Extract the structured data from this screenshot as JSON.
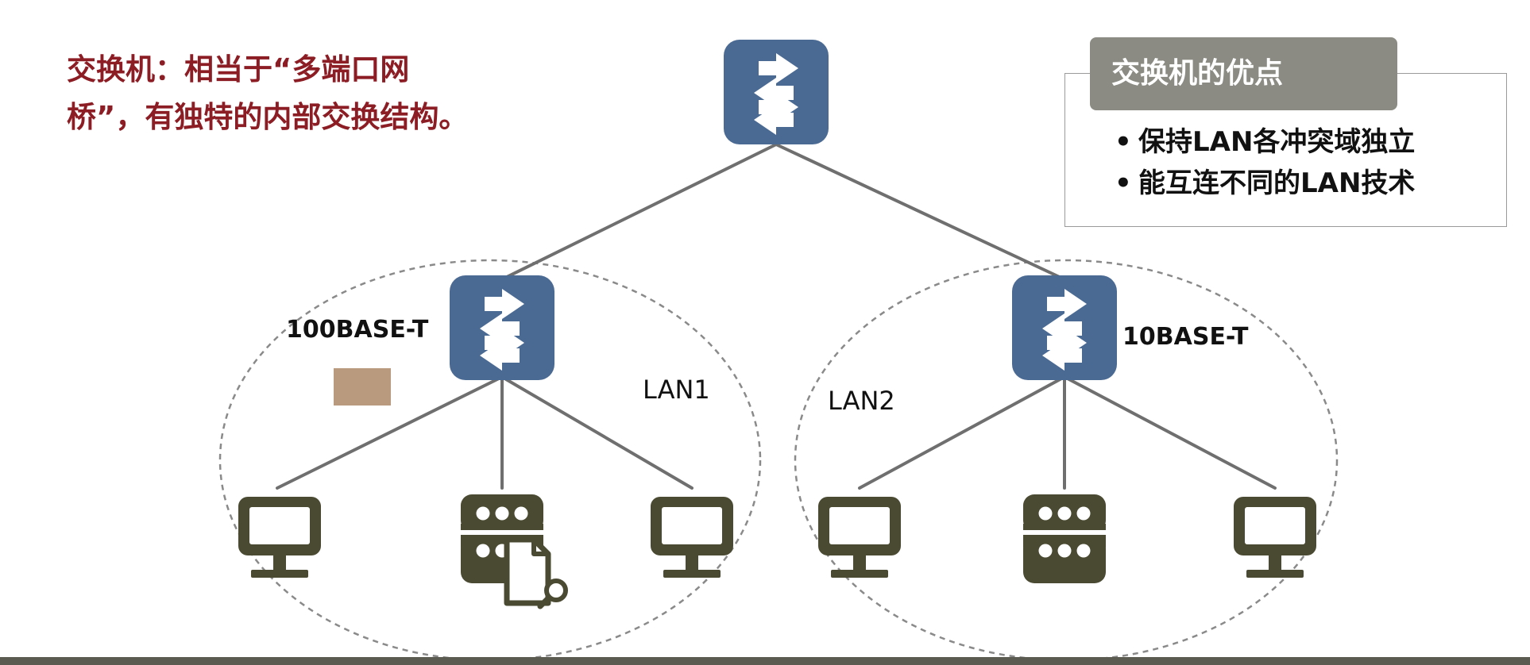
{
  "heading": {
    "line1": "交换机：相当于“多端口网",
    "line2": "桥”，有独特的内部交换结构。"
  },
  "advantages": {
    "title": "交换机的优点",
    "bullet": "•",
    "items": [
      "保持LAN各冲突域独立",
      "能互连不同的LAN技术"
    ]
  },
  "networks": {
    "left": {
      "standard": "100BASE-T",
      "lan": "LAN1"
    },
    "right": {
      "standard": "10BASE-T",
      "lan": "LAN2"
    }
  },
  "colors": {
    "heading": "#8c1d24",
    "switch": "#4b6a93",
    "device": "#4a4a32",
    "link": "#6f6f6f",
    "title_box": "#8b8b83",
    "legend_swatch": "#b99a7e",
    "bottom_bar": "#5b5b52"
  },
  "icons": {
    "switch": "network-switch-icon",
    "pc": "desktop-monitor-icon",
    "server": "server-icon",
    "file_search": "file-search-icon"
  }
}
